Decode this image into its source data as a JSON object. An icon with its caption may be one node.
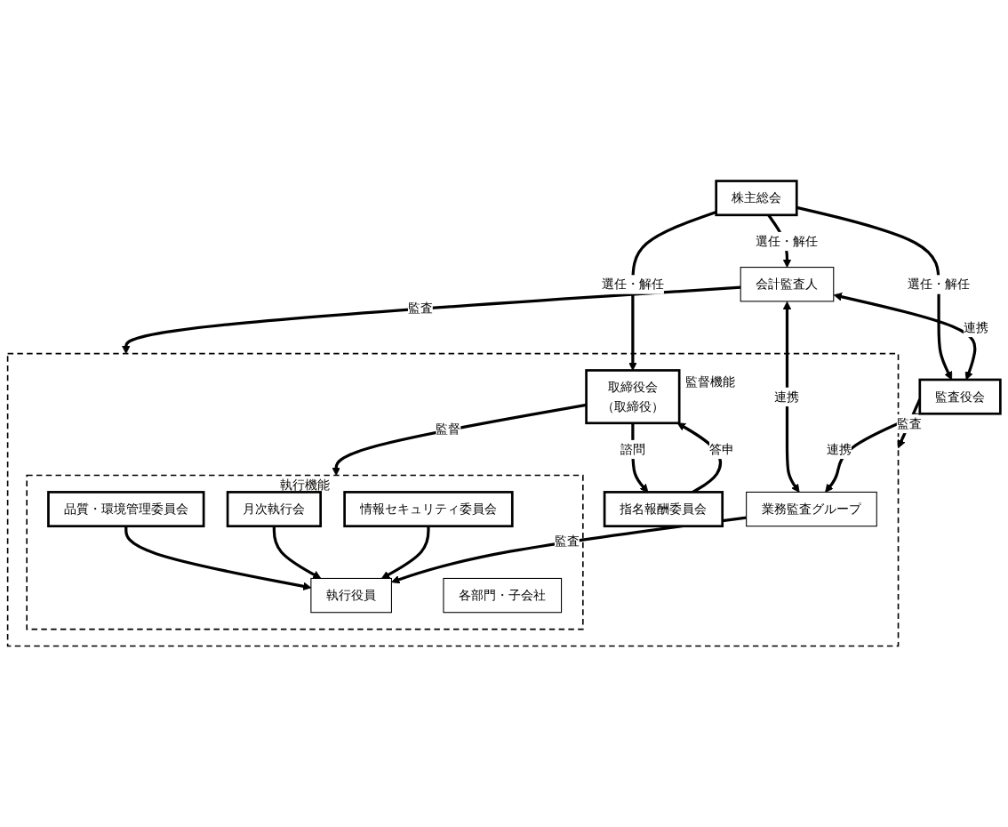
{
  "diagram": {
    "nodes": [
      {
        "text": [
          "株主総会"
        ]
      },
      {
        "text": [
          "会計監査人"
        ]
      },
      {
        "text": [
          "監査役会"
        ]
      },
      {
        "text": [],
        "shape": "box"
      },
      {
        "text": [
          "取締役会",
          "（取締役）"
        ],
        "beside": [
          "監督機能"
        ],
        "in": 3
      },
      {
        "text": [
          "指名報酬委員会"
        ],
        "in": 3
      },
      {
        "text": [
          "執行機能"
        ],
        "in": 3
      },
      {
        "text": [
          "品質・環境管理委員会"
        ],
        "in": 6
      },
      {
        "text": [
          "月次執行会"
        ],
        "in": 6
      },
      {
        "text": [
          "情報セキュリティ委員会"
        ],
        "in": 6
      },
      {
        "text": [
          "執行役員"
        ],
        "in": 6
      },
      {
        "text": [
          "各部門・子会社"
        ],
        "in": 6
      },
      {
        "text": [
          "業務監査グループ"
        ],
        "in": 3
      }
    ],
    "edges": [
      {
        "from": 0,
        "to": 1,
        "arrow": "to",
        "label": "選任・解任"
      },
      {
        "from": 0,
        "to": 2,
        "arrow": "to",
        "label": "選任・解任"
      },
      {
        "from": 0,
        "to": 4,
        "arrow": "to",
        "label": "選任・解任"
      },
      {
        "from": 1,
        "to": 2,
        "arrow": "both",
        "label": "連携"
      },
      {
        "from": 2,
        "to": 3,
        "arrow": "to",
        "label": "監査"
      },
      {
        "from": 1,
        "to": 3,
        "arrow": "to",
        "label": "監査"
      },
      {
        "from": 4,
        "to": 5,
        "arrow": "to",
        "label": "諮問"
      },
      {
        "from": 5,
        "to": 4,
        "arrow": "to",
        "label": "答申"
      },
      {
        "from": 4,
        "to": 6,
        "arrow": "to",
        "label": "監督"
      },
      {
        "from": 1,
        "to": 12,
        "arrow": "both",
        "label": "連携"
      },
      {
        "from": 2,
        "to": 12,
        "arrow": "both",
        "label": "連携"
      },
      {
        "from": 7,
        "to": 10,
        "arrow": "to"
      },
      {
        "from": 8,
        "to": 10,
        "arrow": "to"
      },
      {
        "from": 9,
        "to": 10,
        "arrow": "to"
      },
      {
        "from": 12,
        "to": 10,
        "arrow": "to",
        "label": "監査"
      }
    ]
  }
}
